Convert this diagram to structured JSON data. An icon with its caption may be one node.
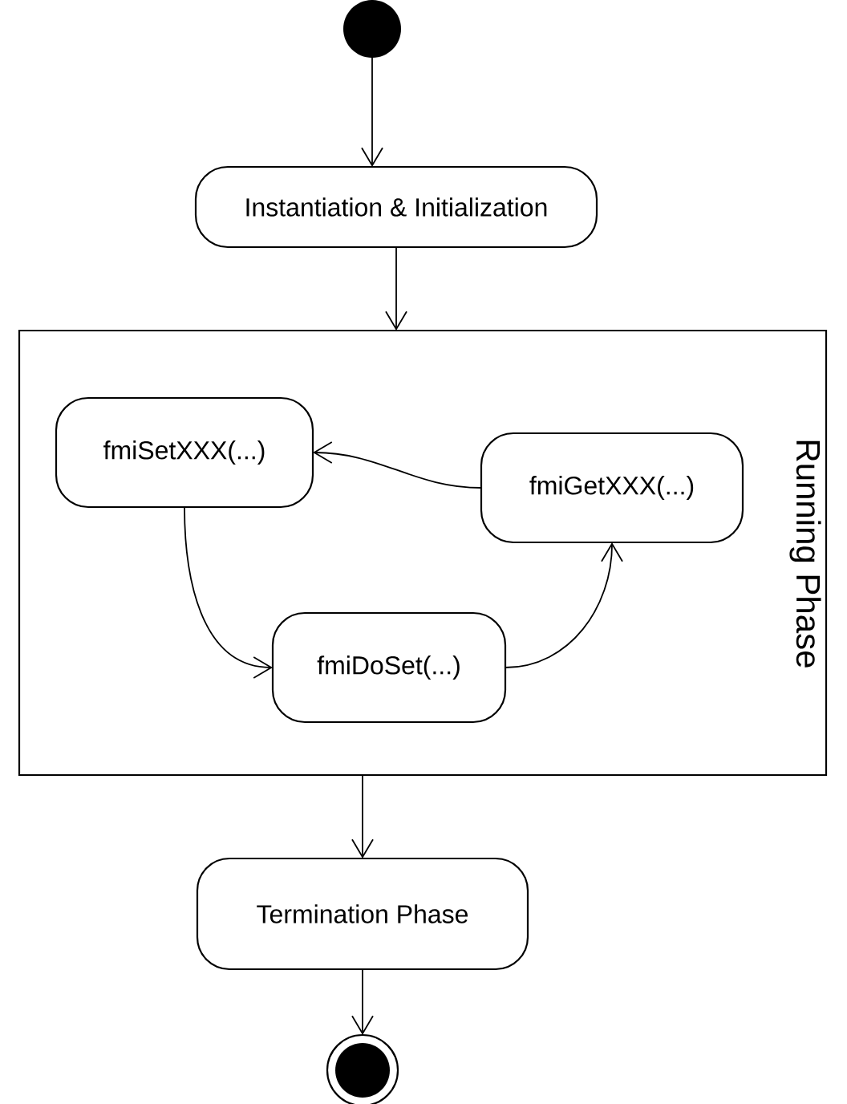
{
  "diagram": {
    "nodes": [
      {
        "text": [],
        "shape": "circle"
      },
      {
        "text": [
          "Instantiation & Initialization"
        ]
      },
      {
        "text": [
          "Running Phase"
        ]
      },
      {
        "text": [
          "fmiSetXXX(...)"
        ],
        "in": 2
      },
      {
        "text": [
          "fmiGetXXX(...)"
        ],
        "in": 2
      },
      {
        "text": [
          "fmiDoSet(...)"
        ],
        "in": 2
      },
      {
        "text": [
          "Termination Phase"
        ]
      },
      {
        "text": [],
        "shape": "circle"
      }
    ],
    "edges": [
      {
        "from": 0,
        "to": 1,
        "arrow": "to"
      },
      {
        "from": 1,
        "to": 2,
        "arrow": "to"
      },
      {
        "from": 4,
        "to": 3,
        "arrow": "to"
      },
      {
        "from": 3,
        "to": 5,
        "arrow": "to"
      },
      {
        "from": 5,
        "to": 4,
        "arrow": "to"
      },
      {
        "from": 2,
        "to": 6,
        "arrow": "to"
      },
      {
        "from": 6,
        "to": 7,
        "arrow": "to"
      }
    ]
  }
}
